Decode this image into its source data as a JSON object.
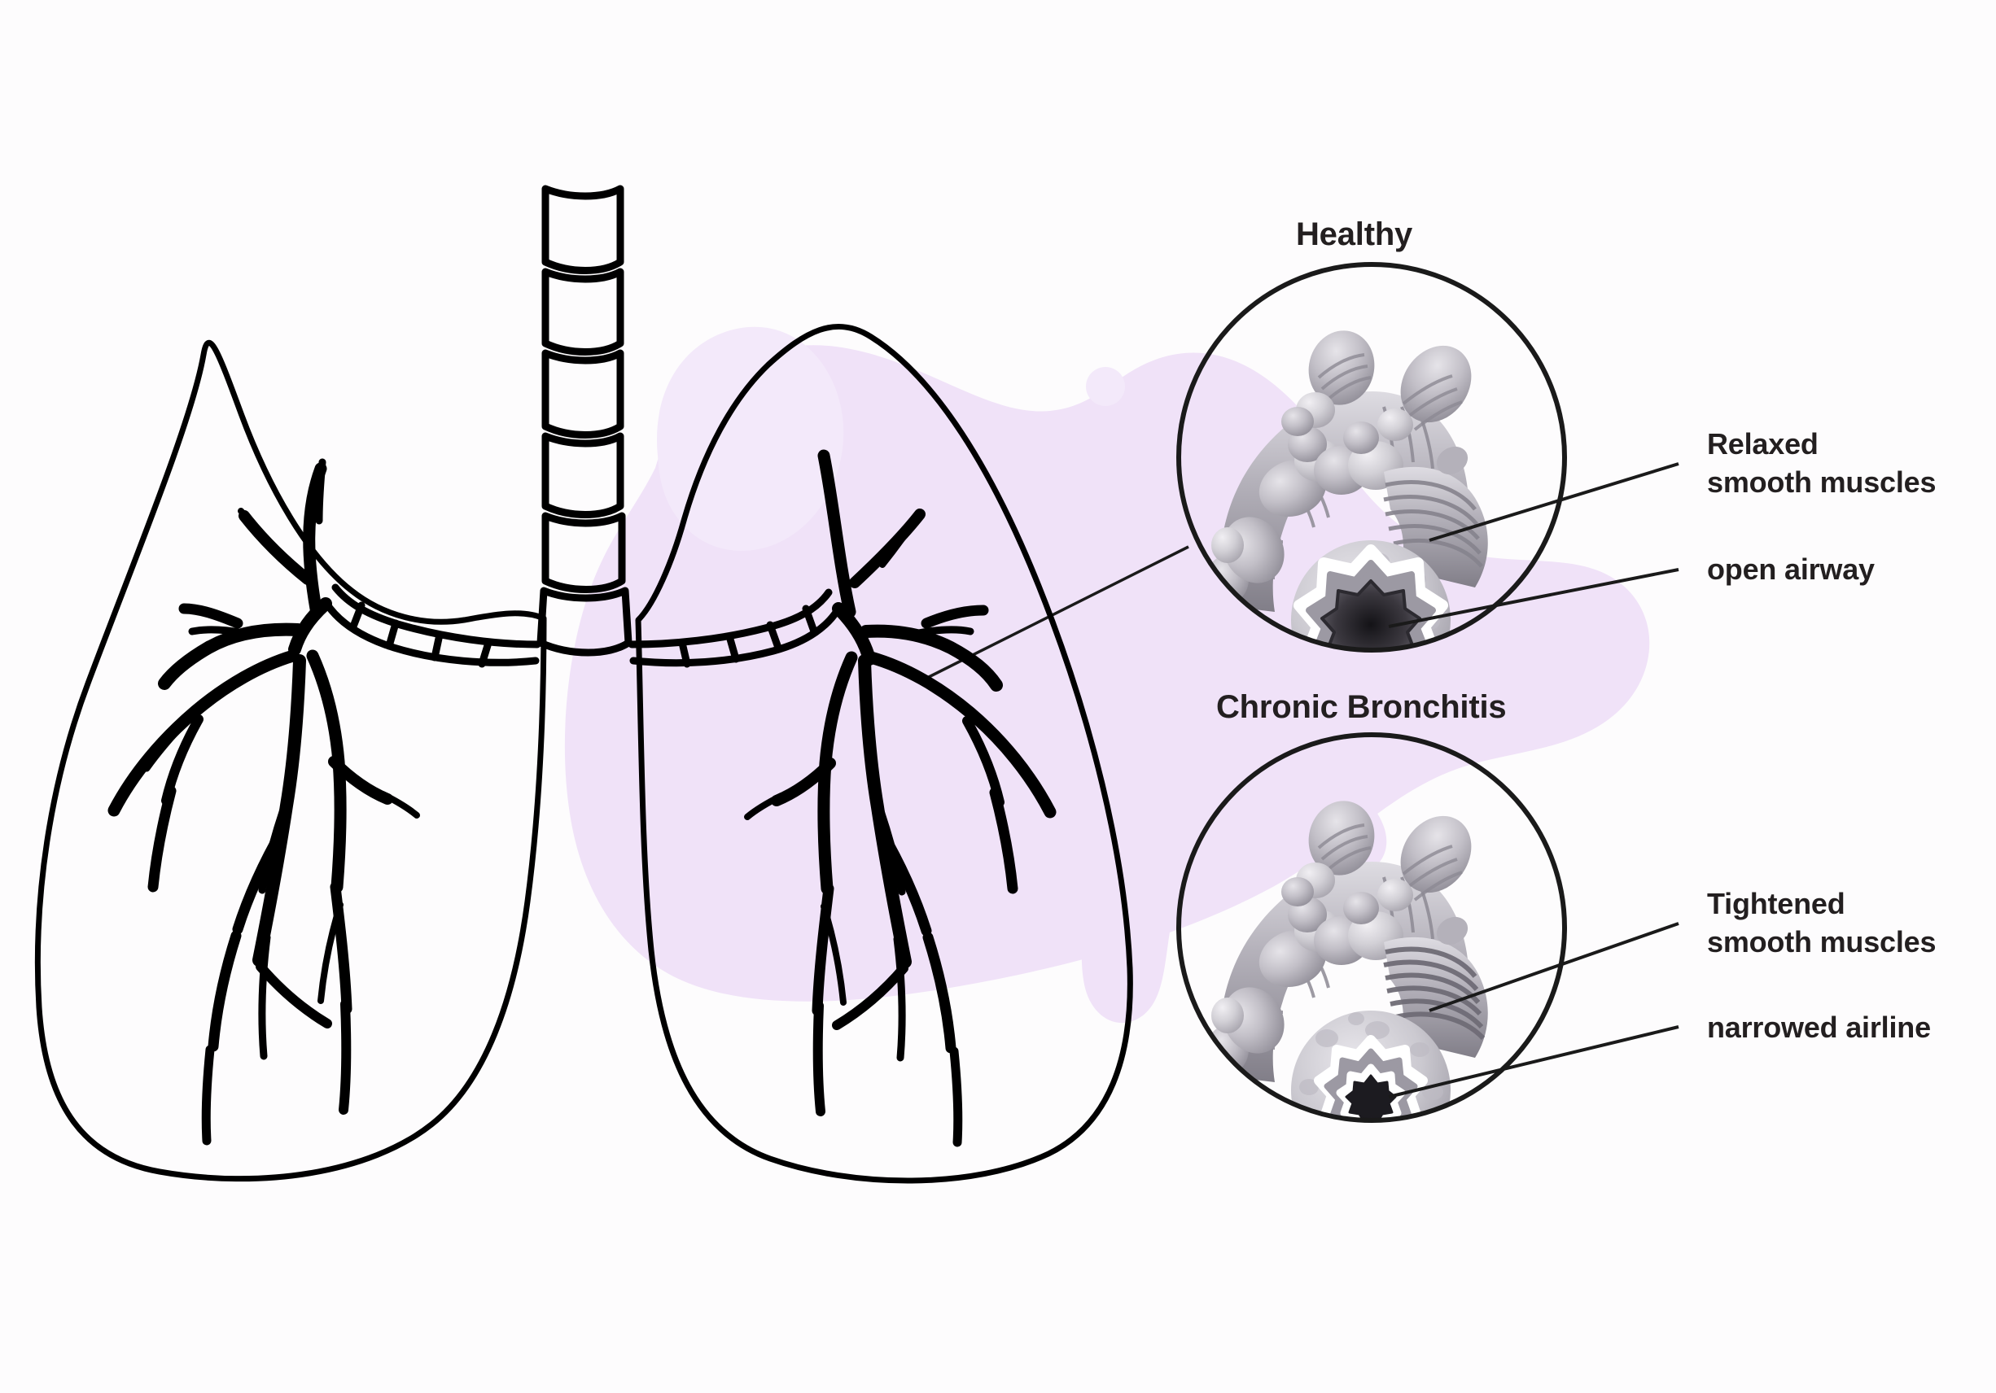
{
  "diagram": {
    "subject": "lungs-bronchial-tree",
    "background_color": "#fdfcfd",
    "accent_color": "#efe0f7",
    "accent_color_soft": "#f3e9fa",
    "ink_color": "#000000",
    "text_color": "#231f20",
    "tissue_light": "#d8d6db",
    "tissue_mid": "#a8a5ad",
    "tissue_dark": "#807d86",
    "lumen_color": "#17161a"
  },
  "callouts": {
    "healthy": {
      "title": "Healthy",
      "labels": [
        {
          "text_line1": "Relaxed",
          "text_line2": "smooth muscles"
        },
        {
          "text_line1": "open airway",
          "text_line2": ""
        }
      ]
    },
    "bronchitis": {
      "title": "Chronic Bronchitis",
      "labels": [
        {
          "text_line1": "Tightened",
          "text_line2": "smooth muscles"
        },
        {
          "text_line1": "narrowed airline",
          "text_line2": ""
        }
      ]
    }
  },
  "labels": {
    "healthy_title": "Healthy",
    "bronchitis_title": "Chronic Bronchitis",
    "relaxed": "Relaxed\nsmooth muscles",
    "open_airway": "open airway",
    "tightened": "Tightened\nsmooth muscles",
    "narrowed": "narrowed airline"
  },
  "anatomy": {
    "parts": [
      "trachea",
      "left-main-bronchus",
      "right-main-bronchus",
      "left-lung-outline",
      "right-lung-outline",
      "bronchial-tree-left",
      "bronchial-tree-right",
      "bronchiole-healthy",
      "bronchiole-narrowed",
      "airway-cross-section-open",
      "airway-cross-section-narrowed"
    ],
    "trachea_ring_count": 6
  }
}
